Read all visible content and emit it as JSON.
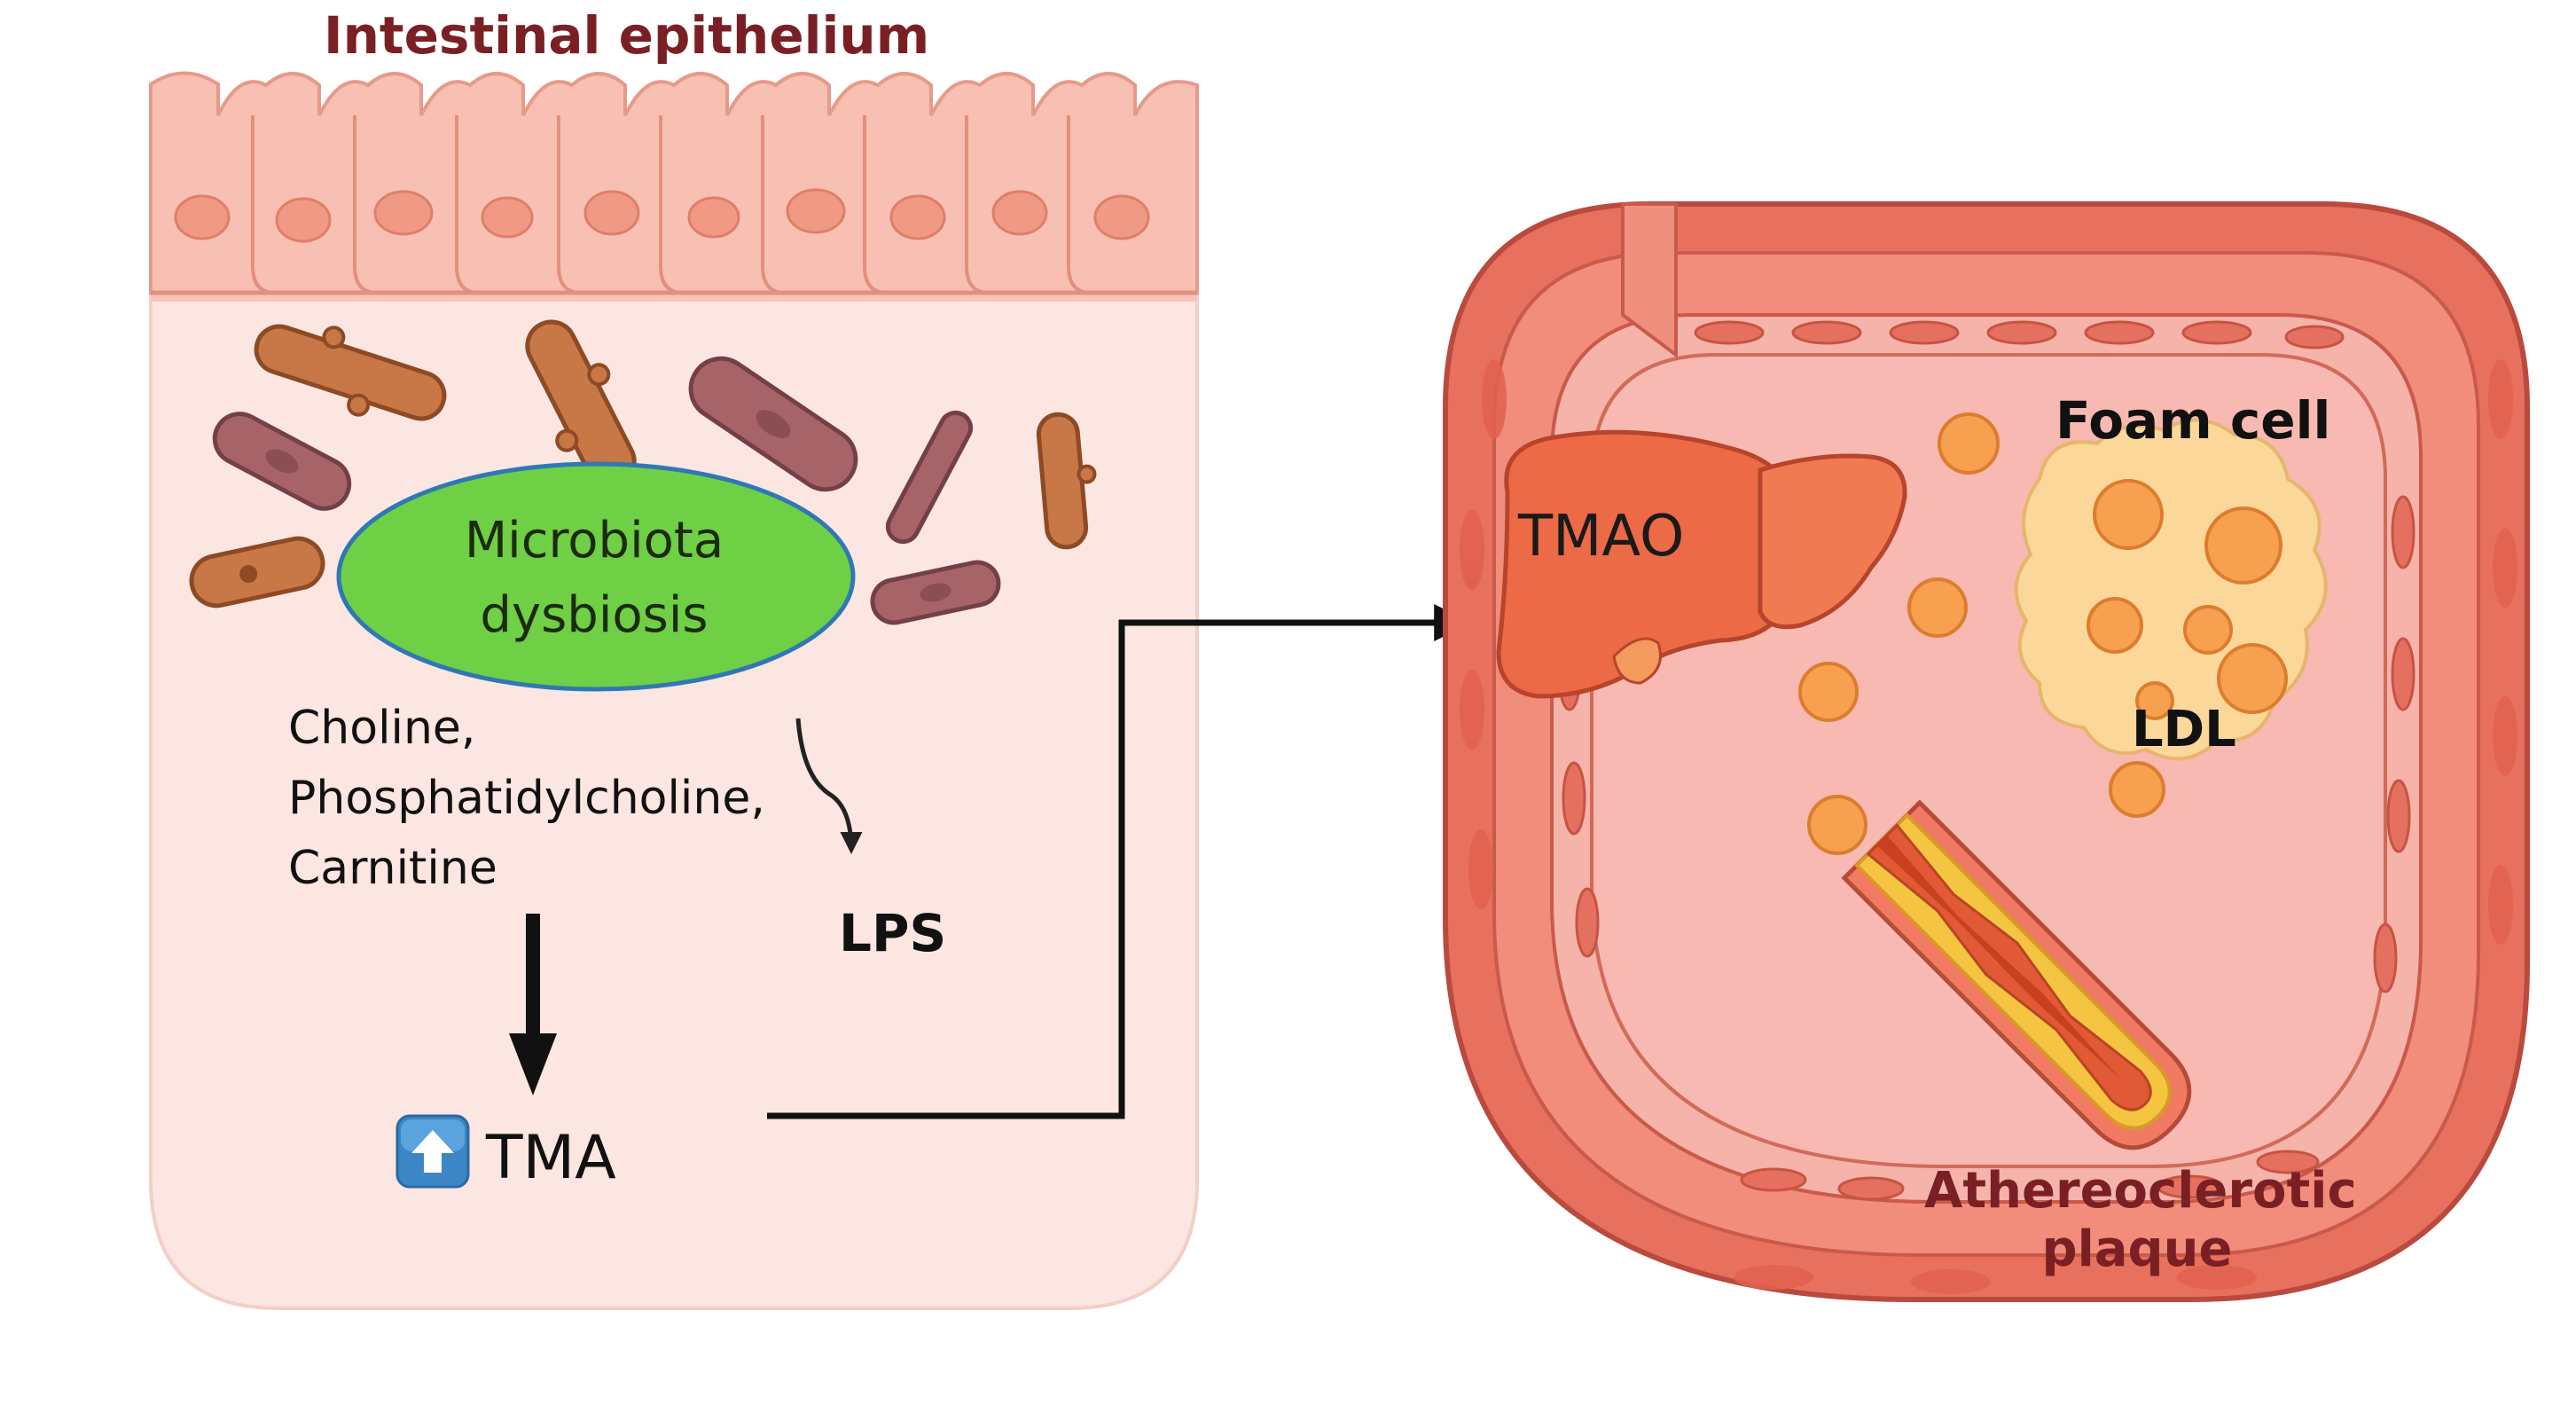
{
  "labels": {
    "epithelium": "Intestinal epithelium",
    "microbiota_line1": "Microbiota",
    "microbiota_line2": "dysbiosis",
    "substrate_line1": "Choline,",
    "substrate_line2": "Phosphatidylcholine,",
    "substrate_line3": "Carnitine",
    "lps": "LPS",
    "tma": "TMA",
    "tmao": "TMAO",
    "foam_cell": "Foam cell",
    "ldl": "LDL",
    "plaque_line1": "Athereoclerotic",
    "plaque_line2": "plaque"
  },
  "icons": {
    "tma_increase": "up-arrow-icon"
  },
  "colors": {
    "title": "#7a2024",
    "lumen": "#fbe4e0",
    "microbiota_fill": "#6fcf45",
    "microbiota_stroke": "#2f78b5",
    "vessel_wall": "#e8705e",
    "vessel_lumen": "#f6a8a0",
    "liver": "#ec6a45",
    "lipid": "#f6a050",
    "foam": "#fcd79a",
    "up_icon": "#3d86c6"
  }
}
